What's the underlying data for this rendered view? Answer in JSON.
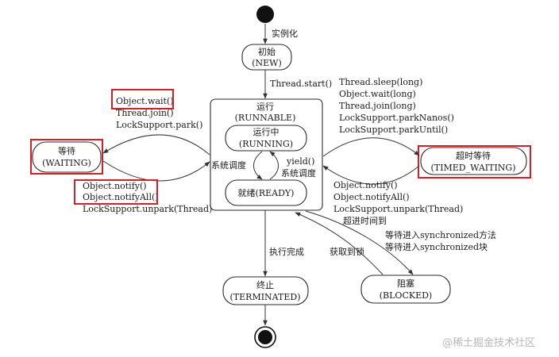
{
  "states": {
    "new_cn": "初始",
    "new_en": "(NEW)",
    "runnable_cn": "运行",
    "runnable_en": "(RUNNABLE)",
    "running_cn": "运行中",
    "running_en": "(RUNNING)",
    "ready": "就绪(READY)",
    "waiting_cn": "等待",
    "waiting_en": "(WAITING)",
    "timed_waiting_cn": "超时等待",
    "timed_waiting_en": "(TIMED_WAITING)",
    "terminated_cn": "终止",
    "terminated_en": "(TERMINATED)",
    "blocked_cn": "阻塞",
    "blocked_en": "(BLOCKED)"
  },
  "transitions": {
    "instantiate": "实例化",
    "thread_start": "Thread.start()",
    "to_waiting": [
      "Object.wait()",
      "Thread.join()",
      "LockSupport.park()"
    ],
    "from_waiting": [
      "Object.notify()",
      "Object.notifyAll()",
      "LockSupport.unpark(Thread)"
    ],
    "to_timed_waiting": [
      "Thread.sleep(long)",
      "Object.wait(long)",
      "Thread.join(long)",
      "LockSupport.parkNanos()",
      "LockSupport.parkUntil()"
    ],
    "from_timed_waiting": [
      "Object.notify()",
      "Object.notifyAll()",
      "LockSupport.unpark(Thread)"
    ],
    "timeout": "超进时间到",
    "scheduler_left": "系统调度",
    "yield": "yield()",
    "scheduler_right": "系统调度",
    "finish": "执行完成",
    "acquire_lock": "获取到锁",
    "to_blocked": [
      "等待进入synchronized方法",
      "等待进入synchronized块"
    ]
  },
  "watermark": "@稀土掘金技术社区"
}
